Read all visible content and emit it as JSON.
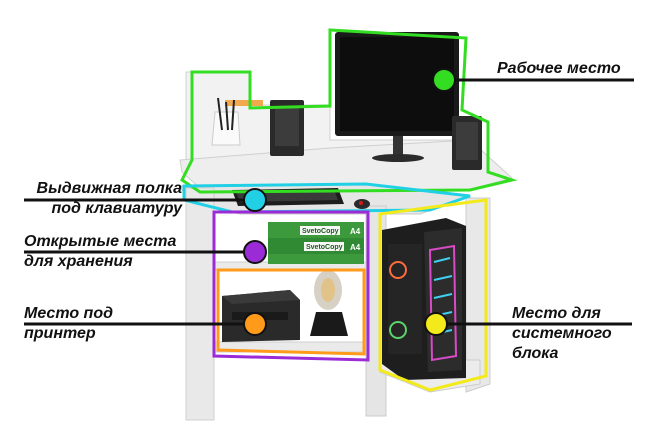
{
  "zones": [
    {
      "id": "workspace",
      "lines": [
        "Рабочее место"
      ],
      "color": "#33dd22"
    },
    {
      "id": "keyboard_shelf",
      "lines": [
        "Выдвижная полка",
        "под клавиатуру"
      ],
      "color": "#22d0e6"
    },
    {
      "id": "storage",
      "lines": [
        "Открытые места",
        "для хранения"
      ],
      "color": "#9a2bd6"
    },
    {
      "id": "printer",
      "lines": [
        "Место под",
        "принтер"
      ],
      "color": "#ff9a1a"
    },
    {
      "id": "pc_unit",
      "lines": [
        "Место для",
        "системного",
        "блока"
      ],
      "color": "#f2ea1a"
    }
  ],
  "products": {
    "paper_brand": "SvetoCopy",
    "paper_size": "A4"
  }
}
